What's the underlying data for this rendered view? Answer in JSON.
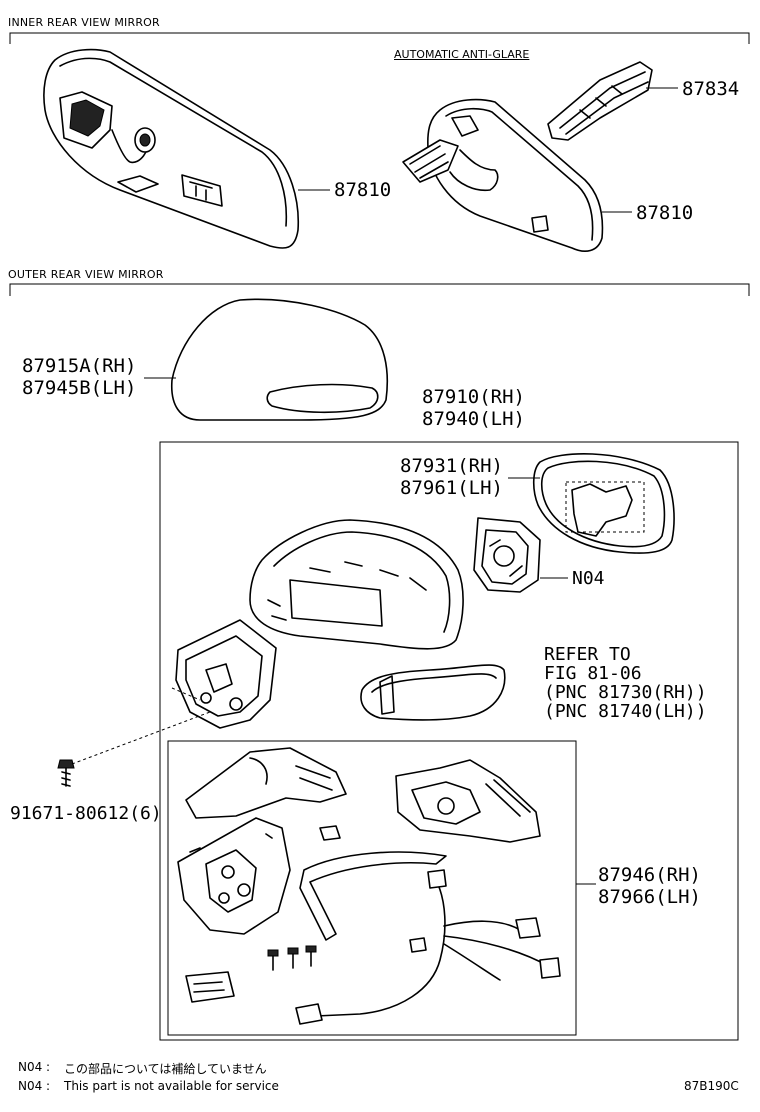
{
  "sections": {
    "inner": "INNER REAR VIEW MIRROR",
    "outer": "OUTER REAR VIEW MIRROR"
  },
  "captions": {
    "anti_glare": "AUTOMATIC ANTI-GLARE"
  },
  "parts": {
    "p87834": "87834",
    "p87810_a": "87810",
    "p87810_b": "87810",
    "p87915a": "87915A(RH)",
    "p87945b": "87945B(LH)",
    "p87910": "87910(RH)",
    "p87940": "87940(LH)",
    "p87931": "87931(RH)",
    "p87961": "87961(LH)",
    "n04": "N04",
    "refer_1": "REFER TO",
    "refer_2": "FIG 81-06",
    "refer_3": "(PNC 81730(RH))",
    "refer_4": "(PNC 81740(LH))",
    "screw": "91671-80612(6)",
    "p87946": "87946(RH)",
    "p87966": "87966(LH)"
  },
  "notes": {
    "jp_label": "N04 :",
    "jp_text": "この部品については補給していません",
    "en_label": "N04 :",
    "en_text": "This part is not available for service"
  },
  "figure_code": "87B190C"
}
